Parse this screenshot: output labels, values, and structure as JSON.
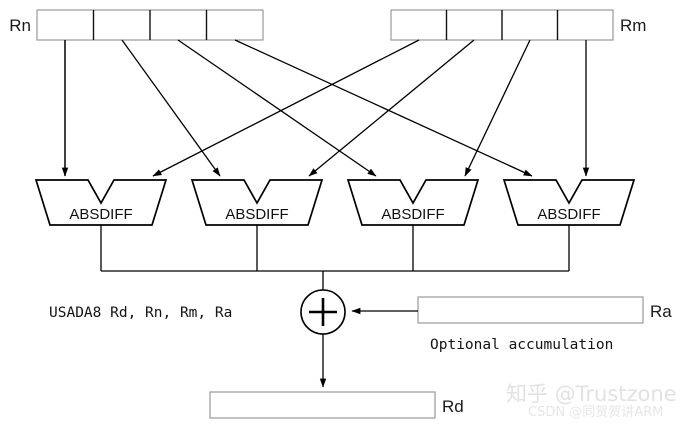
{
  "diagram": {
    "title": "USADA8 Rd, Rn, Rm, Ra",
    "instruction_label": "USADA8 Rd, Rn, Rm, Ra",
    "optional_note": "Optional accumulation",
    "colors": {
      "wire": "#000000",
      "register_border": "#9a9a9a",
      "unit_border": "#000000",
      "background": "#ffffff",
      "watermark": "#e2e2e2"
    },
    "registers": {
      "rn": {
        "label": "Rn",
        "label_side": "left",
        "lanes": 4
      },
      "rm": {
        "label": "Rm",
        "label_side": "right",
        "lanes": 4
      },
      "ra": {
        "label": "Ra",
        "label_side": "right",
        "lanes": 1
      },
      "rd": {
        "label": "Rd",
        "label_side": "right",
        "lanes": 1
      }
    },
    "units": [
      {
        "label": "ABSDIFF"
      },
      {
        "label": "ABSDIFF"
      },
      {
        "label": "ABSDIFF"
      },
      {
        "label": "ABSDIFF"
      }
    ],
    "adder": {
      "symbol": "+",
      "name": "sum-adder"
    },
    "watermarks": {
      "primary": "知乎 @Trustzone",
      "secondary": "CSDN @同贺贺讲ARM"
    }
  }
}
